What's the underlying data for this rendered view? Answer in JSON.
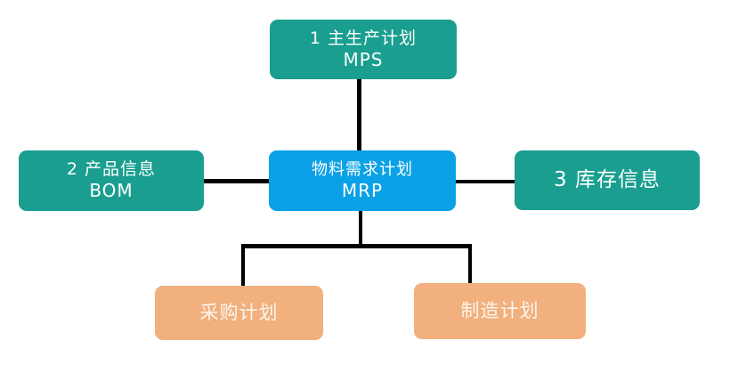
{
  "diagram": {
    "type": "flowchart",
    "colors": {
      "input_node": "#199e8f",
      "core_node": "#0aa1e7",
      "output_node": "#f1b07d",
      "connector": "#000000"
    },
    "nodes": {
      "mps": {
        "line1": "1 主生产计划",
        "line2": "MPS",
        "role": "input"
      },
      "bom": {
        "line1": "2 产品信息",
        "line2": "BOM",
        "role": "input"
      },
      "inventory": {
        "line1": "3 库存信息",
        "role": "input"
      },
      "mrp": {
        "line1": "物料需求计划",
        "line2": "MRP",
        "role": "core"
      },
      "purchase": {
        "line1": "采购计划",
        "role": "output"
      },
      "manufacturing": {
        "line1": "制造计划",
        "role": "output"
      }
    },
    "edges": [
      {
        "from": "mps",
        "to": "mrp"
      },
      {
        "from": "bom",
        "to": "mrp"
      },
      {
        "from": "inventory",
        "to": "mrp"
      },
      {
        "from": "mrp",
        "to": "purchase"
      },
      {
        "from": "mrp",
        "to": "manufacturing"
      }
    ]
  }
}
